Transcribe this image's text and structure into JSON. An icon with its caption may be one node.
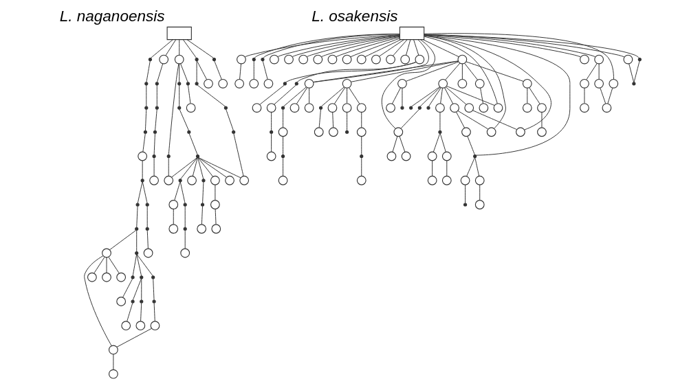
{
  "diagram": {
    "nodes": [
      {
        "text": [],
        "shape": "box",
        "beside": [
          "L. naganoensis"
        ]
      },
      {
        "text": [],
        "shape": "dot"
      },
      {
        "text": [],
        "shape": "dot"
      },
      {
        "text": [],
        "shape": "dot"
      },
      {
        "text": [],
        "shape": "dot"
      },
      {
        "text": [],
        "shape": "circle"
      },
      {
        "text": [],
        "shape": "dot"
      },
      {
        "text": [],
        "shape": "dot"
      },
      {
        "text": [],
        "shape": "dot"
      },
      {
        "text": [],
        "shape": "dot"
      },
      {
        "text": [],
        "shape": "circle"
      },
      {
        "text": [],
        "shape": "dot"
      },
      {
        "text": [],
        "shape": "circle"
      },
      {
        "text": [],
        "shape": "dot"
      },
      {
        "text": [],
        "shape": "circle"
      },
      {
        "text": [],
        "shape": "circle"
      },
      {
        "text": [],
        "shape": "circle"
      },
      {
        "text": [],
        "shape": "circle"
      },
      {
        "text": [],
        "shape": "dot"
      },
      {
        "text": [],
        "shape": "dot"
      },
      {
        "text": [],
        "shape": "circle"
      },
      {
        "text": [],
        "shape": "circle"
      },
      {
        "text": [],
        "shape": "dot"
      },
      {
        "text": [],
        "shape": "circle"
      },
      {
        "text": [],
        "shape": "dot"
      },
      {
        "text": [],
        "shape": "dot"
      },
      {
        "text": [],
        "shape": "circle"
      },
      {
        "text": [],
        "shape": "dot"
      },
      {
        "text": [],
        "shape": "circle"
      },
      {
        "text": [],
        "shape": "circle"
      },
      {
        "text": [],
        "shape": "dot"
      },
      {
        "text": [],
        "shape": "dot"
      },
      {
        "text": [],
        "shape": "dot"
      },
      {
        "text": [],
        "shape": "dot"
      },
      {
        "text": [],
        "shape": "circle"
      },
      {
        "text": [],
        "shape": "circle"
      },
      {
        "text": [],
        "shape": "dot"
      },
      {
        "text": [],
        "shape": "dot"
      },
      {
        "text": [],
        "shape": "dot"
      },
      {
        "text": [],
        "shape": "dot"
      },
      {
        "text": [],
        "shape": "circle"
      },
      {
        "text": [],
        "shape": "dot"
      },
      {
        "text": [],
        "shape": "dot"
      },
      {
        "text": [],
        "shape": "circle"
      },
      {
        "text": [],
        "shape": "circle"
      },
      {
        "text": [],
        "shape": "circle"
      },
      {
        "text": [],
        "shape": "circle"
      },
      {
        "text": [],
        "shape": "circle"
      },
      {
        "text": [],
        "shape": "dot"
      },
      {
        "text": [],
        "shape": "circle"
      },
      {
        "text": [],
        "shape": "circle"
      },
      {
        "text": [],
        "shape": "dot"
      },
      {
        "text": [],
        "shape": "dot"
      },
      {
        "text": [],
        "shape": "circle"
      },
      {
        "text": [],
        "shape": "circle"
      },
      {
        "text": [],
        "shape": "dot"
      },
      {
        "text": [],
        "shape": "circle"
      },
      {
        "text": [],
        "shape": "dot"
      },
      {
        "text": [],
        "shape": "dot"
      },
      {
        "text": [],
        "shape": "dot"
      },
      {
        "text": [],
        "shape": "dot"
      },
      {
        "text": [],
        "shape": "dot"
      },
      {
        "text": [],
        "shape": "circle"
      },
      {
        "text": [],
        "shape": "circle"
      },
      {
        "text": [],
        "shape": "dot"
      },
      {
        "text": [],
        "shape": "circle"
      },
      {
        "text": [],
        "shape": "box",
        "beside": [
          "L. osakensis"
        ]
      },
      {
        "text": [],
        "shape": "circle"
      },
      {
        "text": [],
        "shape": "circle"
      },
      {
        "text": [],
        "shape": "dot"
      },
      {
        "text": [],
        "shape": "circle"
      },
      {
        "text": [],
        "shape": "dot"
      },
      {
        "text": [],
        "shape": "circle"
      },
      {
        "text": [],
        "shape": "circle"
      },
      {
        "text": [],
        "shape": "circle"
      },
      {
        "text": [],
        "shape": "circle"
      },
      {
        "text": [],
        "shape": "circle"
      },
      {
        "text": [],
        "shape": "circle"
      },
      {
        "text": [],
        "shape": "circle"
      },
      {
        "text": [],
        "shape": "circle"
      },
      {
        "text": [],
        "shape": "circle"
      },
      {
        "text": [],
        "shape": "circle"
      },
      {
        "text": [],
        "shape": "circle"
      },
      {
        "text": [],
        "shape": "circle"
      },
      {
        "text": [],
        "shape": "dot"
      },
      {
        "text": [],
        "shape": "circle"
      },
      {
        "text": [],
        "shape": "dot"
      },
      {
        "text": [],
        "shape": "circle"
      },
      {
        "text": [],
        "shape": "dot"
      },
      {
        "text": [],
        "shape": "circle"
      },
      {
        "text": [],
        "shape": "circle"
      },
      {
        "text": [],
        "shape": "dot"
      },
      {
        "text": [],
        "shape": "circle"
      },
      {
        "text": [],
        "shape": "dot"
      },
      {
        "text": [],
        "shape": "circle"
      },
      {
        "text": [],
        "shape": "circle"
      },
      {
        "text": [],
        "shape": "circle"
      },
      {
        "text": [],
        "shape": "circle"
      },
      {
        "text": [],
        "shape": "circle"
      },
      {
        "text": [],
        "shape": "circle"
      },
      {
        "text": [],
        "shape": "circle"
      },
      {
        "text": [],
        "shape": "circle"
      },
      {
        "text": [],
        "shape": "circle"
      },
      {
        "text": [],
        "shape": "dot"
      },
      {
        "text": [],
        "shape": "circle"
      },
      {
        "text": [],
        "shape": "dot"
      },
      {
        "text": [],
        "shape": "circle"
      },
      {
        "text": [],
        "shape": "circle"
      },
      {
        "text": [],
        "shape": "circle"
      },
      {
        "text": [],
        "shape": "circle"
      },
      {
        "text": [],
        "shape": "circle"
      },
      {
        "text": [],
        "shape": "circle"
      },
      {
        "text": [],
        "shape": "circle"
      },
      {
        "text": [],
        "shape": "circle"
      },
      {
        "text": [],
        "shape": "circle"
      },
      {
        "text": [],
        "shape": "dot"
      },
      {
        "text": [],
        "shape": "circle"
      },
      {
        "text": [],
        "shape": "circle"
      },
      {
        "text": [],
        "shape": "dot"
      },
      {
        "text": [],
        "shape": "circle"
      },
      {
        "text": [],
        "shape": "dot"
      },
      {
        "text": [],
        "shape": "circle"
      },
      {
        "text": [],
        "shape": "circle"
      },
      {
        "text": [],
        "shape": "dot"
      },
      {
        "text": [],
        "shape": "circle"
      },
      {
        "text": [],
        "shape": "circle"
      },
      {
        "text": [],
        "shape": "circle"
      },
      {
        "text": [],
        "shape": "circle"
      },
      {
        "text": [],
        "shape": "circle"
      },
      {
        "text": [],
        "shape": "circle"
      },
      {
        "text": [],
        "shape": "circle"
      },
      {
        "text": [],
        "shape": "circle"
      },
      {
        "text": [],
        "shape": "circle"
      },
      {
        "text": [],
        "shape": "circle"
      },
      {
        "text": [],
        "shape": "dot"
      },
      {
        "text": [],
        "shape": "dot"
      },
      {
        "text": [],
        "shape": "circle"
      },
      {
        "text": [],
        "shape": "dot"
      },
      {
        "text": [],
        "shape": "circle"
      },
      {
        "text": [],
        "shape": "circle"
      },
      {
        "text": [],
        "shape": "circle"
      },
      {
        "text": [],
        "shape": "circle"
      },
      {
        "text": [],
        "shape": "dot"
      },
      {
        "text": [],
        "shape": "circle"
      },
      {
        "text": [],
        "shape": "circle"
      },
      {
        "text": [],
        "shape": "circle"
      },
      {
        "text": [],
        "shape": "circle"
      },
      {
        "text": [],
        "shape": "circle"
      },
      {
        "text": [],
        "shape": "circle"
      },
      {
        "text": [],
        "shape": "dot"
      },
      {
        "text": [],
        "shape": "circle"
      },
      {
        "text": [],
        "shape": "circle"
      },
      {
        "text": [],
        "shape": "dot"
      }
    ],
    "edges": [
      {
        "from": 0,
        "to": 1,
        "arrow": "none"
      },
      {
        "from": 1,
        "to": 2,
        "arrow": "none"
      },
      {
        "from": 2,
        "to": 3,
        "arrow": "none"
      },
      {
        "from": 3,
        "to": 4,
        "arrow": "none"
      },
      {
        "from": 4,
        "to": 5,
        "arrow": "none"
      },
      {
        "from": 5,
        "to": 6,
        "arrow": "none"
      },
      {
        "from": 6,
        "to": 7,
        "arrow": "none"
      },
      {
        "from": 6,
        "to": 8,
        "arrow": "none"
      },
      {
        "from": 8,
        "to": 9,
        "arrow": "none"
      },
      {
        "from": 9,
        "to": 10,
        "arrow": "none"
      },
      {
        "from": 7,
        "to": 11,
        "arrow": "none"
      },
      {
        "from": 11,
        "to": 12,
        "arrow": "none"
      },
      {
        "from": 11,
        "to": 13,
        "arrow": "none"
      },
      {
        "from": 12,
        "to": 14,
        "arrow": "none"
      },
      {
        "from": 12,
        "to": 15,
        "arrow": "none"
      },
      {
        "from": 12,
        "to": 16,
        "arrow": "none"
      },
      {
        "from": 12,
        "to": 17,
        "arrow": "none"
      },
      {
        "from": 13,
        "to": 18,
        "arrow": "none"
      },
      {
        "from": 18,
        "to": 19,
        "arrow": "none"
      },
      {
        "from": 19,
        "to": 20,
        "arrow": "none"
      },
      {
        "from": 20,
        "to": 17,
        "arrow": "none"
      },
      {
        "from": 17,
        "to": 21,
        "arrow": "none"
      },
      {
        "from": 13,
        "to": 22,
        "arrow": "none"
      },
      {
        "from": 22,
        "to": 23,
        "arrow": "none"
      },
      {
        "from": 13,
        "to": 24,
        "arrow": "none"
      },
      {
        "from": 24,
        "to": 25,
        "arrow": "none"
      },
      {
        "from": 25,
        "to": 26,
        "arrow": "none"
      },
      {
        "from": 24,
        "to": 27,
        "arrow": "none"
      },
      {
        "from": 27,
        "to": 28,
        "arrow": "none"
      },
      {
        "from": 0,
        "to": 29,
        "arrow": "none"
      },
      {
        "from": 29,
        "to": 30,
        "arrow": "none"
      },
      {
        "from": 30,
        "to": 31,
        "arrow": "none"
      },
      {
        "from": 31,
        "to": 32,
        "arrow": "none"
      },
      {
        "from": 32,
        "to": 33,
        "arrow": "none"
      },
      {
        "from": 33,
        "to": 34,
        "arrow": "none"
      },
      {
        "from": 0,
        "to": 35,
        "arrow": "none"
      },
      {
        "from": 35,
        "to": 36,
        "arrow": "none"
      },
      {
        "from": 36,
        "to": 37,
        "arrow": "none"
      },
      {
        "from": 37,
        "to": 38,
        "arrow": "none"
      },
      {
        "from": 38,
        "to": 39,
        "arrow": "none"
      },
      {
        "from": 39,
        "to": 40,
        "arrow": "none"
      },
      {
        "from": 39,
        "to": 41,
        "arrow": "none"
      },
      {
        "from": 41,
        "to": 42,
        "arrow": "none"
      },
      {
        "from": 42,
        "to": 43,
        "arrow": "none"
      },
      {
        "from": 39,
        "to": 44,
        "arrow": "none"
      },
      {
        "from": 44,
        "to": 45,
        "arrow": "none"
      },
      {
        "from": 45,
        "to": 46,
        "arrow": "none"
      },
      {
        "from": 39,
        "to": 47,
        "arrow": "none"
      },
      {
        "from": 39,
        "to": 48,
        "arrow": "none"
      },
      {
        "from": 48,
        "to": 49,
        "arrow": "none"
      },
      {
        "from": 49,
        "to": 50,
        "arrow": "none"
      },
      {
        "from": 48,
        "to": 51,
        "arrow": "none"
      },
      {
        "from": 51,
        "to": 52,
        "arrow": "none"
      },
      {
        "from": 52,
        "to": 53,
        "arrow": "none"
      },
      {
        "from": 39,
        "to": 54,
        "arrow": "none"
      },
      {
        "from": 35,
        "to": 55,
        "arrow": "none"
      },
      {
        "from": 55,
        "to": 56,
        "arrow": "none"
      },
      {
        "from": 35,
        "to": 57,
        "arrow": "none"
      },
      {
        "from": 57,
        "to": 54,
        "arrow": "none"
      },
      {
        "from": 39,
        "to": 62,
        "arrow": "none"
      },
      {
        "from": 0,
        "to": 58,
        "arrow": "none"
      },
      {
        "from": 58,
        "to": 59,
        "arrow": "none"
      },
      {
        "from": 59,
        "to": 60,
        "arrow": "none"
      },
      {
        "from": 60,
        "to": 61,
        "arrow": "none"
      },
      {
        "from": 61,
        "to": 62,
        "arrow": "none"
      },
      {
        "from": 58,
        "to": 63,
        "arrow": "none"
      },
      {
        "from": 0,
        "to": 64,
        "arrow": "none"
      },
      {
        "from": 64,
        "to": 65,
        "arrow": "none"
      },
      {
        "from": 66,
        "to": 67,
        "arrow": "none"
      },
      {
        "from": 67,
        "to": 68,
        "arrow": "none"
      },
      {
        "from": 66,
        "to": 69,
        "arrow": "none"
      },
      {
        "from": 69,
        "to": 70,
        "arrow": "none"
      },
      {
        "from": 66,
        "to": 71,
        "arrow": "none"
      },
      {
        "from": 71,
        "to": 72,
        "arrow": "none"
      },
      {
        "from": 66,
        "to": 73,
        "arrow": "none"
      },
      {
        "from": 66,
        "to": 74,
        "arrow": "none"
      },
      {
        "from": 66,
        "to": 75,
        "arrow": "none"
      },
      {
        "from": 66,
        "to": 76,
        "arrow": "none"
      },
      {
        "from": 66,
        "to": 77,
        "arrow": "none"
      },
      {
        "from": 66,
        "to": 78,
        "arrow": "none"
      },
      {
        "from": 66,
        "to": 79,
        "arrow": "none"
      },
      {
        "from": 66,
        "to": 80,
        "arrow": "none"
      },
      {
        "from": 66,
        "to": 81,
        "arrow": "none"
      },
      {
        "from": 66,
        "to": 82,
        "arrow": "none"
      },
      {
        "from": 66,
        "to": 83,
        "arrow": "none"
      },
      {
        "from": 83,
        "to": 84,
        "arrow": "none"
      },
      {
        "from": 84,
        "to": 85,
        "arrow": "none"
      },
      {
        "from": 83,
        "to": 86,
        "arrow": "none"
      },
      {
        "from": 86,
        "to": 87,
        "arrow": "none"
      },
      {
        "from": 87,
        "to": 88,
        "arrow": "none"
      },
      {
        "from": 88,
        "to": 89,
        "arrow": "none"
      },
      {
        "from": 66,
        "to": 90,
        "arrow": "none"
      },
      {
        "from": 90,
        "to": 91,
        "arrow": "none"
      },
      {
        "from": 91,
        "to": 92,
        "arrow": "none"
      },
      {
        "from": 92,
        "to": 93,
        "arrow": "none"
      },
      {
        "from": 93,
        "to": 94,
        "arrow": "none"
      },
      {
        "from": 90,
        "to": 95,
        "arrow": "none"
      },
      {
        "from": 90,
        "to": 96,
        "arrow": "none"
      },
      {
        "from": 66,
        "to": 97,
        "arrow": "none"
      },
      {
        "from": 66,
        "to": 98,
        "arrow": "none"
      },
      {
        "from": 66,
        "to": 99,
        "arrow": "none"
      },
      {
        "from": 66,
        "to": 100,
        "arrow": "none"
      },
      {
        "from": 100,
        "to": 101,
        "arrow": "none"
      },
      {
        "from": 100,
        "to": 102,
        "arrow": "none"
      },
      {
        "from": 66,
        "to": 103,
        "arrow": "none"
      },
      {
        "from": 103,
        "to": 104,
        "arrow": "none"
      },
      {
        "from": 104,
        "to": 105,
        "arrow": "none"
      },
      {
        "from": 103,
        "to": 106,
        "arrow": "none"
      },
      {
        "from": 106,
        "to": 107,
        "arrow": "none"
      },
      {
        "from": 66,
        "to": 108,
        "arrow": "none"
      },
      {
        "from": 66,
        "to": 109,
        "arrow": "none"
      },
      {
        "from": 109,
        "to": 110,
        "arrow": "none"
      },
      {
        "from": 109,
        "to": 111,
        "arrow": "none"
      },
      {
        "from": 111,
        "to": 112,
        "arrow": "none"
      },
      {
        "from": 112,
        "to": 113,
        "arrow": "none"
      },
      {
        "from": 111,
        "to": 114,
        "arrow": "none"
      },
      {
        "from": 114,
        "to": 115,
        "arrow": "none"
      },
      {
        "from": 111,
        "to": 116,
        "arrow": "none"
      },
      {
        "from": 116,
        "to": 117,
        "arrow": "none"
      },
      {
        "from": 117,
        "to": 118,
        "arrow": "none"
      },
      {
        "from": 118,
        "to": 119,
        "arrow": "none"
      },
      {
        "from": 111,
        "to": 120,
        "arrow": "none"
      },
      {
        "from": 120,
        "to": 121,
        "arrow": "none"
      },
      {
        "from": 109,
        "to": 122,
        "arrow": "none"
      },
      {
        "from": 122,
        "to": 123,
        "arrow": "none"
      },
      {
        "from": 122,
        "to": 124,
        "arrow": "none"
      },
      {
        "from": 109,
        "to": 125,
        "arrow": "none"
      },
      {
        "from": 125,
        "to": 126,
        "arrow": "none"
      },
      {
        "from": 125,
        "to": 127,
        "arrow": "none"
      },
      {
        "from": 127,
        "to": 128,
        "arrow": "none"
      },
      {
        "from": 109,
        "to": 129,
        "arrow": "none"
      },
      {
        "from": 129,
        "to": 130,
        "arrow": "none"
      },
      {
        "from": 109,
        "to": 131,
        "arrow": "none"
      },
      {
        "from": 131,
        "to": 132,
        "arrow": "none"
      },
      {
        "from": 132,
        "to": 133,
        "arrow": "none"
      },
      {
        "from": 131,
        "to": 134,
        "arrow": "none"
      },
      {
        "from": 131,
        "to": 135,
        "arrow": "none"
      },
      {
        "from": 131,
        "to": 136,
        "arrow": "none"
      },
      {
        "from": 136,
        "to": 137,
        "arrow": "none"
      },
      {
        "from": 137,
        "to": 138,
        "arrow": "none"
      },
      {
        "from": 138,
        "to": 139,
        "arrow": "none"
      },
      {
        "from": 137,
        "to": 140,
        "arrow": "none"
      },
      {
        "from": 140,
        "to": 141,
        "arrow": "none"
      },
      {
        "from": 131,
        "to": 142,
        "arrow": "none"
      },
      {
        "from": 131,
        "to": 143,
        "arrow": "none"
      },
      {
        "from": 66,
        "to": 144,
        "arrow": "none"
      },
      {
        "from": 144,
        "to": 145,
        "arrow": "none"
      },
      {
        "from": 145,
        "to": 146,
        "arrow": "none"
      },
      {
        "from": 144,
        "to": 147,
        "arrow": "none"
      },
      {
        "from": 66,
        "to": 148,
        "arrow": "none"
      },
      {
        "from": 148,
        "to": 149,
        "arrow": "none"
      },
      {
        "from": 66,
        "to": 150,
        "arrow": "none"
      },
      {
        "from": 150,
        "to": 151,
        "arrow": "none"
      },
      {
        "from": 66,
        "to": 152,
        "arrow": "none"
      },
      {
        "from": 152,
        "to": 149,
        "arrow": "none"
      },
      {
        "from": 131,
        "to": 97,
        "arrow": "none"
      },
      {
        "from": 132,
        "to": 98,
        "arrow": "none"
      },
      {
        "from": 109,
        "to": 90,
        "arrow": "none"
      },
      {
        "from": 143,
        "to": 99,
        "arrow": "none"
      },
      {
        "from": 142,
        "to": 100,
        "arrow": "none"
      },
      {
        "from": 133,
        "to": 103,
        "arrow": "none"
      },
      {
        "from": 147,
        "to": 151,
        "arrow": "none"
      }
    ]
  }
}
